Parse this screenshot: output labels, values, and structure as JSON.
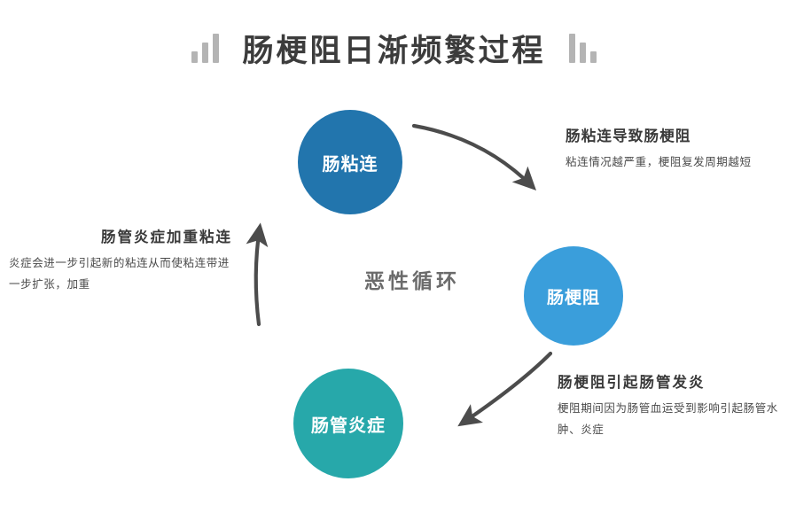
{
  "title": {
    "text": "肠梗阻日渐频繁过程",
    "left_decoration_icon": "ascending-bars-icon",
    "right_decoration_icon": "descending-bars-icon"
  },
  "center": {
    "label": "恶性循环"
  },
  "nodes": [
    {
      "id": "adhesion",
      "label": "肠粘连",
      "color": "#2275ad"
    },
    {
      "id": "obstruction",
      "label": "肠梗阻",
      "color": "#3a9edb"
    },
    {
      "id": "inflammation",
      "label": "肠管炎症",
      "color": "#27a8aa"
    }
  ],
  "blocks": [
    {
      "id": "top-right",
      "heading": "肠粘连导致肠梗阻",
      "body": "粘连情况越严重，梗阻复发周期越短"
    },
    {
      "id": "bottom-right",
      "heading": "肠梗阻引起肠管发炎",
      "body": "梗阻期间因为肠管血运受到影响引起肠管水肿、炎症"
    },
    {
      "id": "left",
      "heading": "肠管炎症加重粘连",
      "body": "炎症会进一步引起新的粘连从而使粘连带进一步扩张，加重"
    }
  ],
  "arrows": [
    {
      "id": "adhesion-to-obstruction",
      "from": "adhesion",
      "to": "obstruction",
      "color": "#4c4c4c"
    },
    {
      "id": "obstruction-to-inflammation",
      "from": "obstruction",
      "to": "inflammation",
      "color": "#4c4c4c"
    },
    {
      "id": "inflammation-to-adhesion",
      "from": "inflammation",
      "to": "adhesion",
      "color": "#4c4c4c"
    }
  ]
}
